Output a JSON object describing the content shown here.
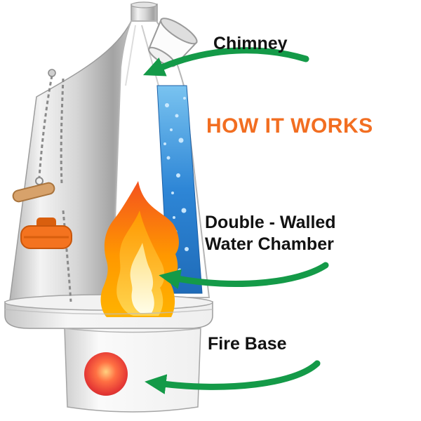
{
  "title": "HOW IT WORKS",
  "labels": {
    "chimney": "Chimney",
    "double_walled_line1": "Double - Walled",
    "double_walled_line2": "Water Chamber",
    "fire_base": "Fire Base"
  },
  "colors": {
    "title_orange": "#F26E21",
    "arrow_green": "#149A48",
    "label_black": "#121212",
    "water_blue": "#2E86D6",
    "flame_orange": "#FF9800",
    "flame_yellow": "#FFD54F",
    "ember_red": "#E53935",
    "metal_silver": "#C9C9C9",
    "stopper_orange": "#F4731F",
    "background": "#FFFFFF"
  }
}
